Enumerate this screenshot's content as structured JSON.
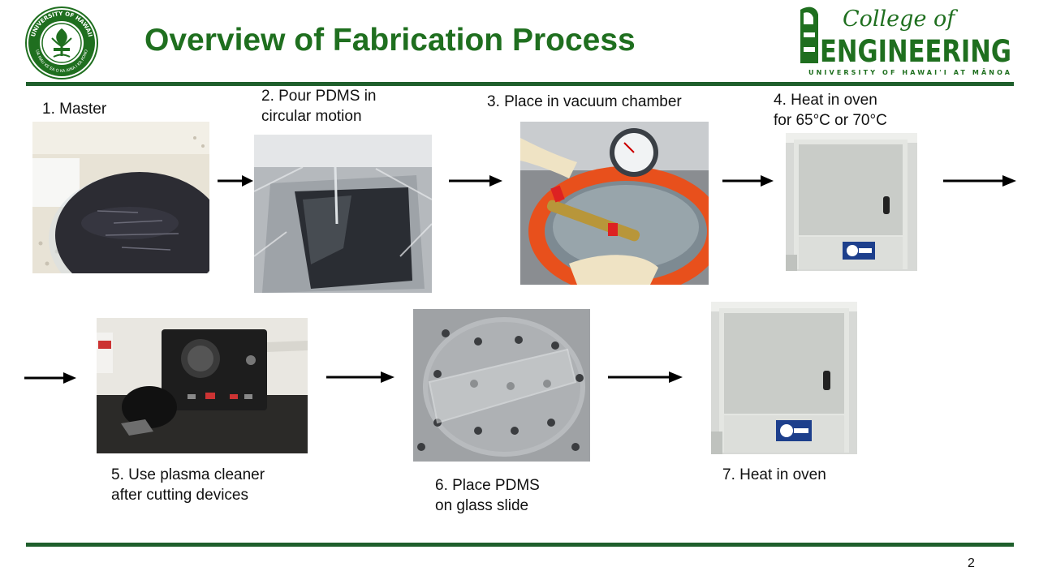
{
  "slide": {
    "title": "Overview of Fabrication Process",
    "page_number": "2"
  },
  "seal": {
    "ring_text_top": "UNIVERSITY OF HAWAII",
    "ring_text_bottom": "UA MAU KE EA O KA AINA I KA PONO"
  },
  "college_logo": {
    "line1": "College of",
    "line2": "ENGINEERING",
    "line3": "UNIVERSITY OF HAWAI'I AT MĀNOA"
  },
  "steps": [
    {
      "id": 1,
      "lines": [
        "1. Master"
      ],
      "image": "silicon-wafer-master-photo"
    },
    {
      "id": 2,
      "lines": [
        "2. Pour PDMS in",
        "circular motion"
      ],
      "image": "pdms-pour-photo"
    },
    {
      "id": 3,
      "lines": [
        "3. Place in vacuum chamber"
      ],
      "image": "vacuum-chamber-photo"
    },
    {
      "id": 4,
      "lines": [
        "4. Heat in oven",
        "for 65°C or 70°C"
      ],
      "image": "oven-photo"
    },
    {
      "id": 5,
      "lines": [
        "5. Use plasma cleaner",
        "after cutting devices"
      ],
      "image": "plasma-cleaner-photo"
    },
    {
      "id": 6,
      "lines": [
        "6. Place PDMS",
        "on glass slide"
      ],
      "image": "pdms-glass-slide-photo"
    },
    {
      "id": 7,
      "lines": [
        "7. Heat in oven"
      ],
      "image": "oven-photo"
    }
  ],
  "colors": {
    "title_green": "#1f6f1f",
    "rule_green": "#1f5f2c",
    "chamber_orange": "#e8501c"
  }
}
